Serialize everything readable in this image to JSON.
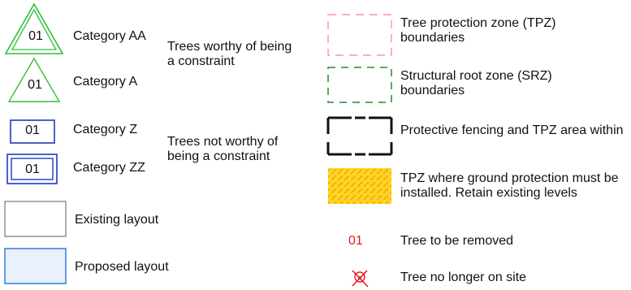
{
  "legend": {
    "left": {
      "category_aa": {
        "number": "01",
        "label": "Category AA"
      },
      "category_a": {
        "number": "01",
        "label": "Category A"
      },
      "worthy_group": "Trees worthy of being a constraint",
      "category_z": {
        "number": "01",
        "label": "Category Z"
      },
      "category_zz": {
        "number": "01",
        "label": "Category ZZ"
      },
      "not_worthy_group": "Trees not worthy of being a constraint",
      "existing_layout": "Existing layout",
      "proposed_layout": "Proposed layout"
    },
    "right": {
      "tpz": "Tree protection zone (TPZ) boundaries",
      "srz": "Structural root zone (SRZ) boundaries",
      "fencing": "Protective fencing and TPZ area within",
      "ground_protection": "TPZ where ground protection must be installed. Retain existing levels",
      "removed": {
        "number": "01",
        "label": "Tree to be removed"
      },
      "no_longer": "Tree no longer on site"
    }
  },
  "colors": {
    "category_a_green": "#2fbf3a",
    "category_z_blue": "#1f3bbf",
    "existing_gray": "#777777",
    "proposed_blue": "#2f7fdd",
    "proposed_fill": "#e8f1fd",
    "tpz_pink": "#ef8fd0",
    "srz_green": "#248a2c",
    "fence_black": "#111111",
    "ground_yellow": "#ffd71f",
    "removed_red": "#e11b1b"
  }
}
